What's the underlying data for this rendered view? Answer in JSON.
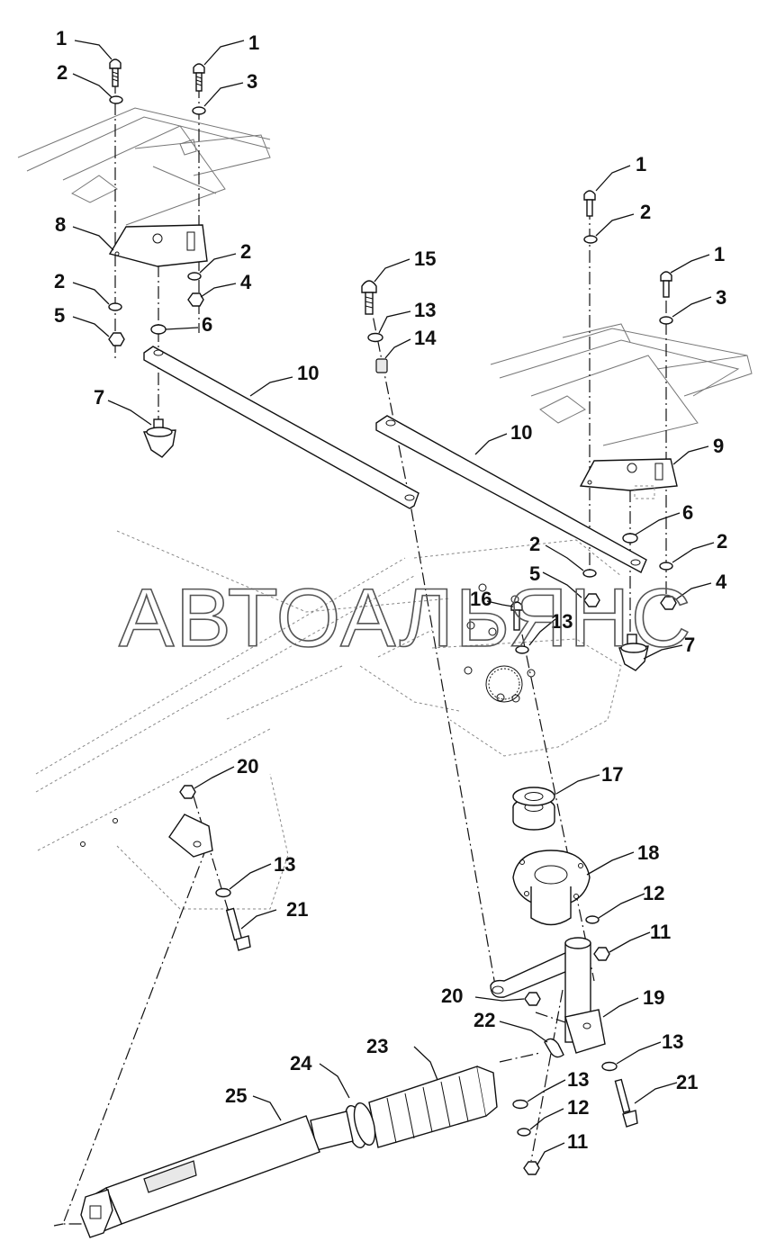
{
  "watermark": "АВТОАЛЬЯНС",
  "callouts": [
    "1",
    "1",
    "2",
    "3",
    "1",
    "2",
    "1",
    "3",
    "8",
    "2",
    "4",
    "2",
    "5",
    "6",
    "15",
    "13",
    "14",
    "10",
    "7",
    "10",
    "9",
    "6",
    "2",
    "2",
    "5",
    "4",
    "16",
    "13",
    "7",
    "20",
    "17",
    "18",
    "12",
    "13",
    "11",
    "21",
    "20",
    "19",
    "22",
    "23",
    "13",
    "24",
    "13",
    "21",
    "25",
    "12",
    "11"
  ]
}
